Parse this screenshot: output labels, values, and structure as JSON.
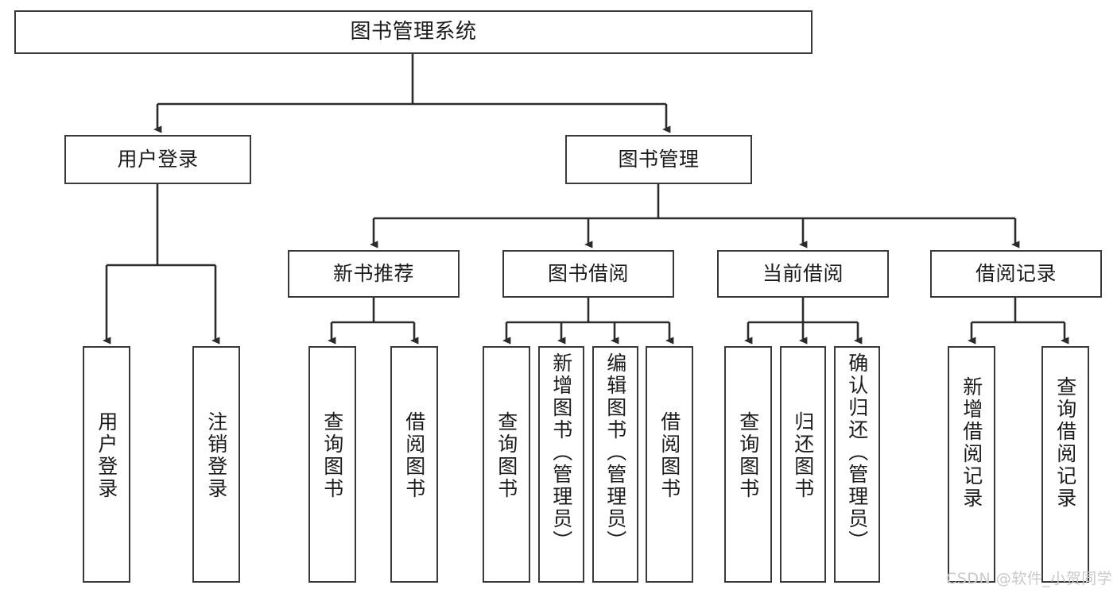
{
  "diagram": {
    "title": "图书管理系统",
    "type": "tree",
    "root": {
      "label": "图书管理系统"
    },
    "level2": [
      {
        "label": "用户登录"
      },
      {
        "label": "图书管理"
      }
    ],
    "level3": [
      {
        "label": "新书推荐"
      },
      {
        "label": "图书借阅"
      },
      {
        "label": "当前借阅"
      },
      {
        "label": "借阅记录"
      }
    ],
    "leaves": {
      "user_login": [
        {
          "label": "用户登录"
        },
        {
          "label": "注销登录"
        }
      ],
      "new_book_recommend": [
        {
          "label": "查询图书"
        },
        {
          "label": "借阅图书"
        }
      ],
      "book_borrow": [
        {
          "label": "查询图书"
        },
        {
          "label": "新增图书（管理员）"
        },
        {
          "label": "编辑图书（管理员）"
        },
        {
          "label": "借阅图书"
        }
      ],
      "current_borrow": [
        {
          "label": "查询图书"
        },
        {
          "label": "归还图书"
        },
        {
          "label": "确认归还（管理员）"
        }
      ],
      "borrow_record": [
        {
          "label": "新增借阅记录"
        },
        {
          "label": "查询借阅记录"
        }
      ]
    }
  },
  "watermark": {
    "text": "CSDN @软件_小贺同学"
  },
  "colors": {
    "stroke": "#3a3a3a",
    "background": "#ffffff",
    "text": "#1b1b1b",
    "watermark": "#c9c9c9"
  }
}
